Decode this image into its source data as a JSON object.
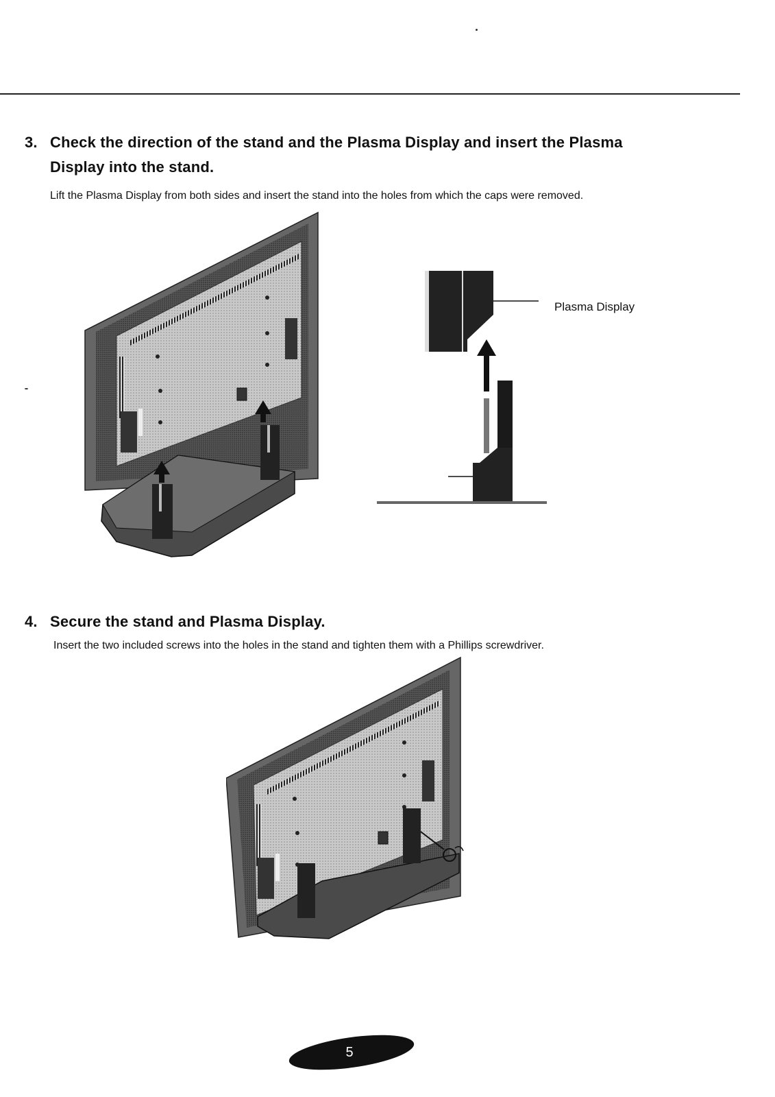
{
  "steps": [
    {
      "number": "3.",
      "heading": "Check the direction of the stand and the Plasma Display and insert the Plasma Display into the stand.",
      "description": "Lift the Plasma Display from both sides and insert the stand into the holes from which the caps were removed."
    },
    {
      "number": "4.",
      "heading": "Secure the stand and Plasma Display.",
      "description": "Insert the two included screws into the holes in the stand and tighten them with a Phillips screwdriver."
    }
  ],
  "callout": {
    "label": "Plasma Display"
  },
  "page": {
    "number": "5"
  }
}
